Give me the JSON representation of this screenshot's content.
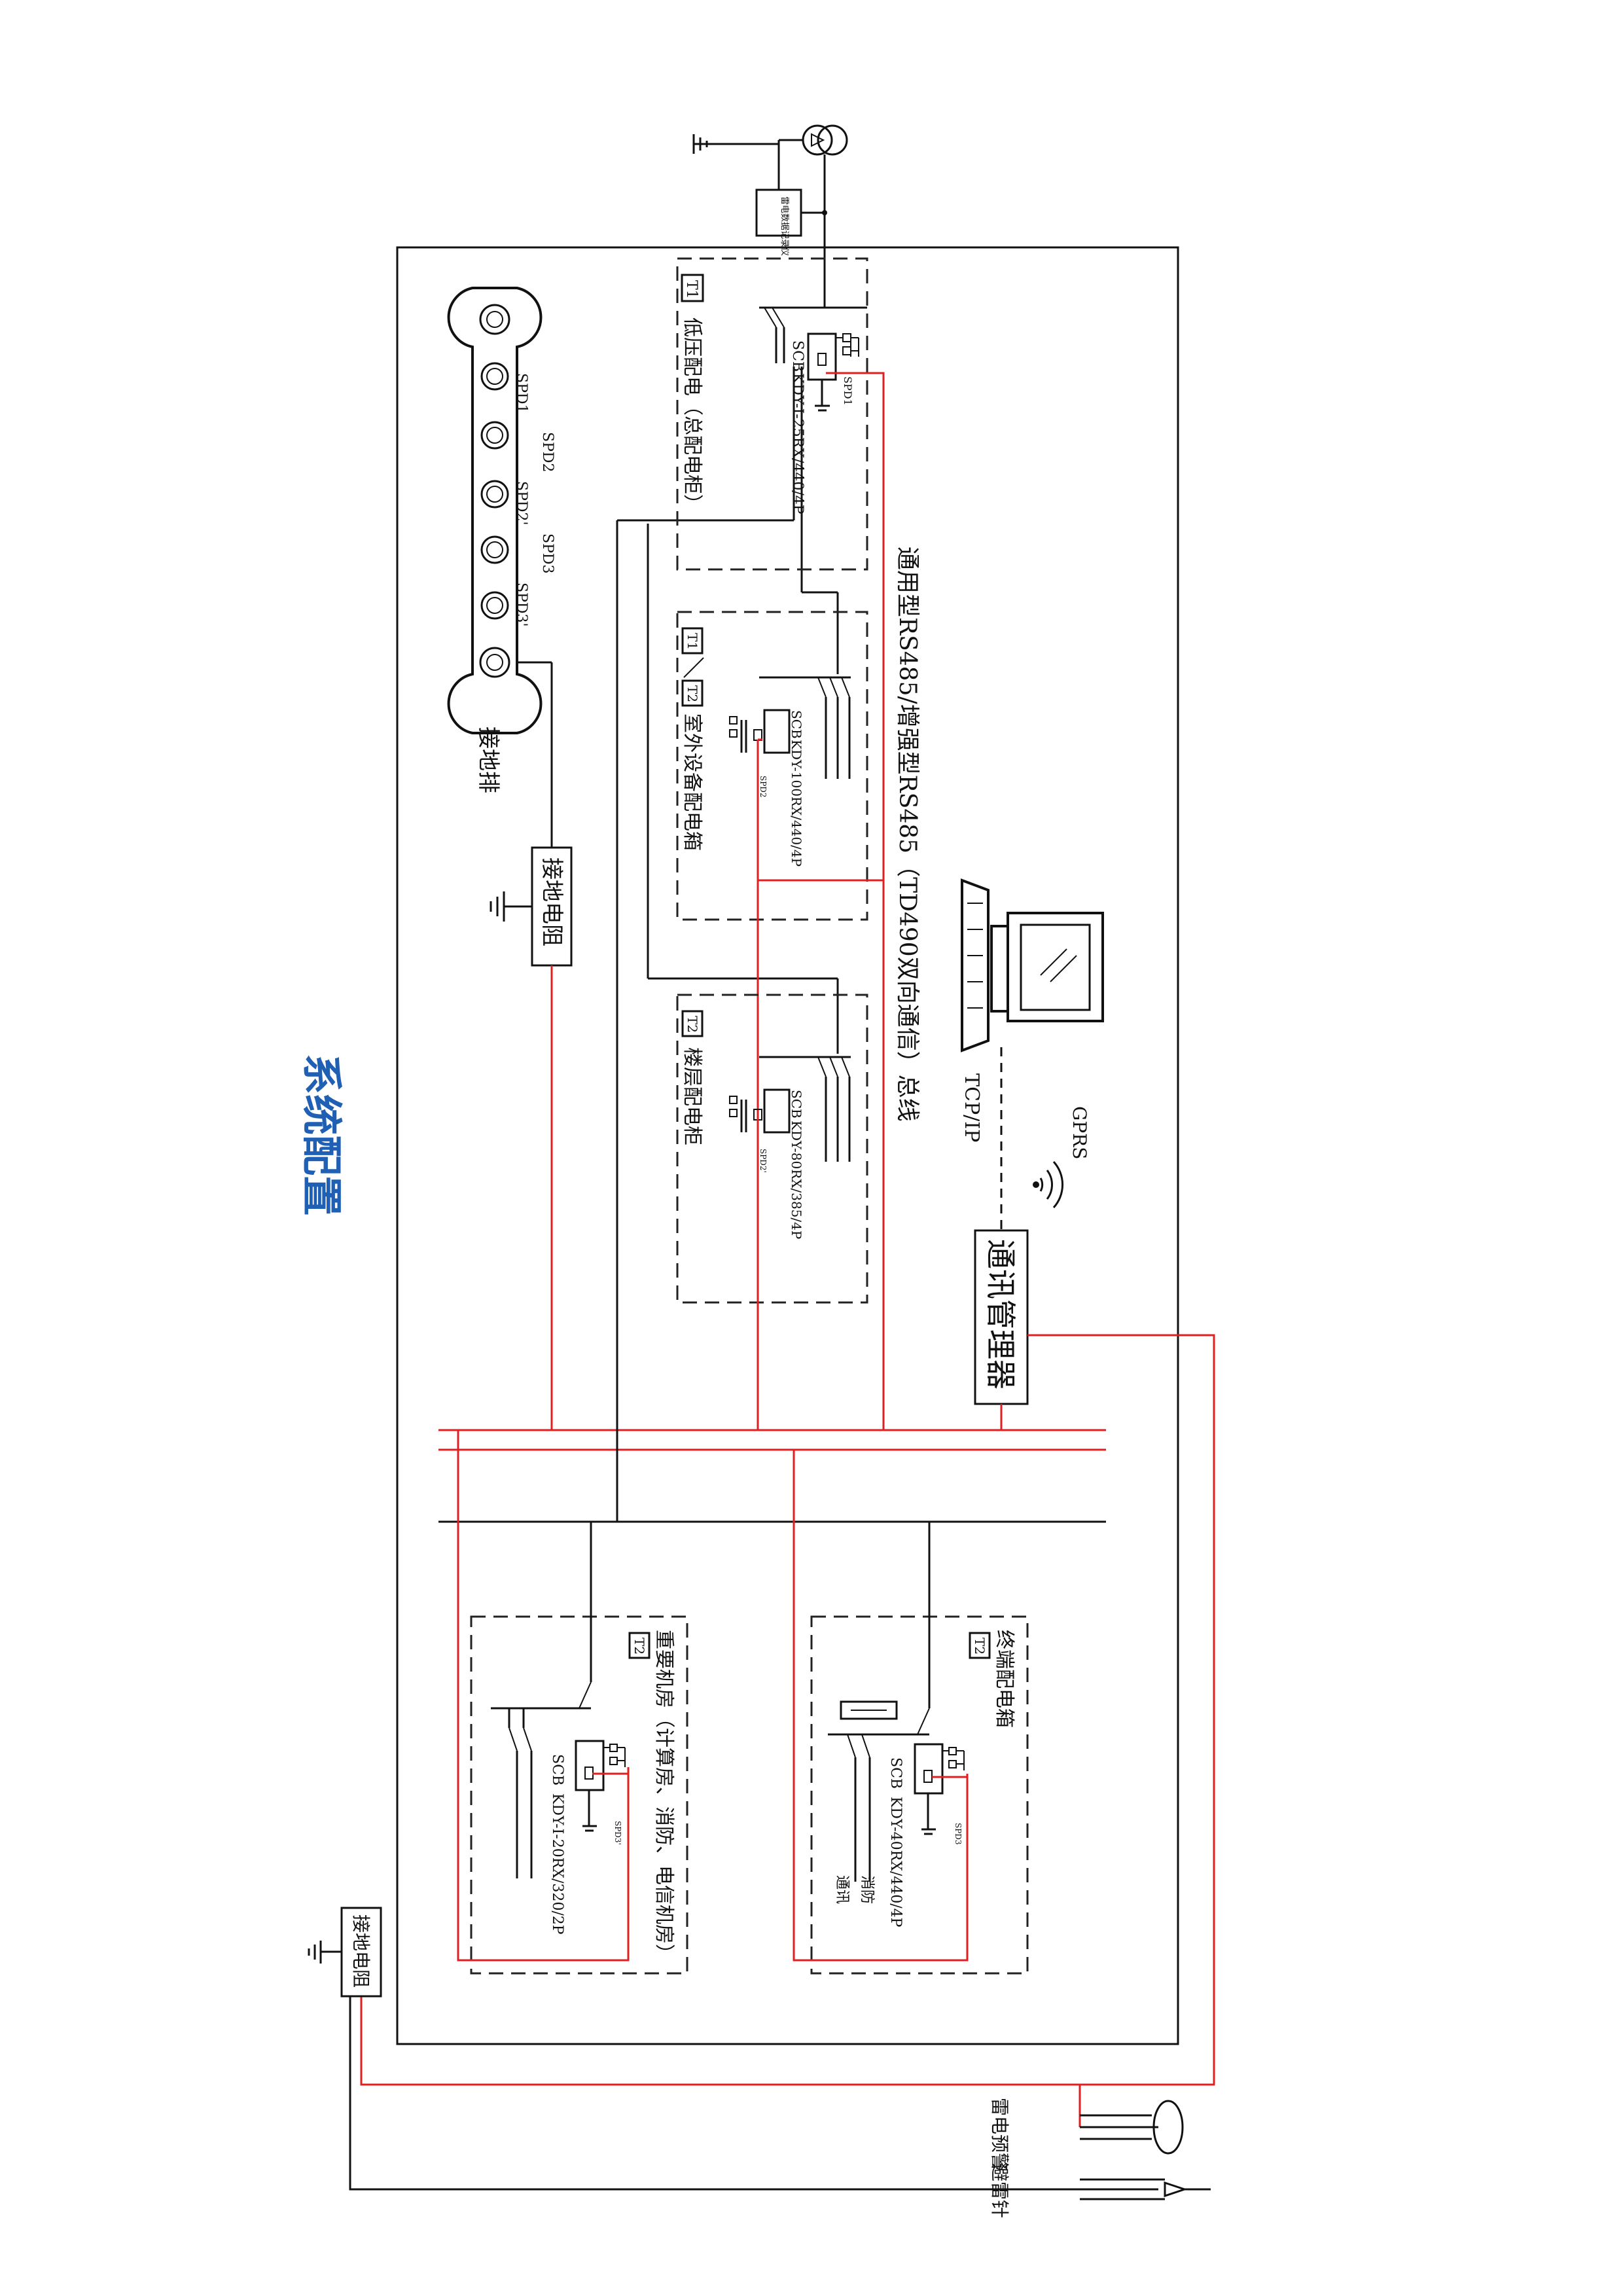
{
  "title": "系统配置",
  "top": {
    "recorder": "雷电数据记录仪"
  },
  "ground_bar": {
    "label": "接地排",
    "spd_labels": [
      "SPD1",
      "SPD2",
      "SPD2'",
      "SPD3",
      "SPD3'"
    ]
  },
  "ground_resistor_main": "接地电阻",
  "ground_resistor_left": "接地电阻",
  "bus_label": "通用型RS485/增强型RS485（TD490双向通信）总线",
  "tcpip": "TCP/IP",
  "gprs": "GPRS",
  "comm_manager": "通讯管理器",
  "cabinets": {
    "main": {
      "tag": "T1",
      "name": "低压配电（总配电柜）",
      "scb": "SCB",
      "model": "KDY-I-25RX/440/4P",
      "spd": "SPD1"
    },
    "outdoor": {
      "tag1": "T1",
      "tag2": "T2",
      "name": "室外设备配电箱",
      "scb": "SCB",
      "model": "KDY-100RX/440/4P",
      "spd": "SPD2"
    },
    "floor": {
      "tag": "T2",
      "name": "楼层配电柜",
      "scb": "SCB",
      "model": "KDY-80RX/385/4P",
      "spd": "SPD2'"
    },
    "important": {
      "tag": "T2",
      "name": "重要机房（计算房、消防、电信机房）",
      "scb": "SCB",
      "model": "KDY-I-20RX/320/2P",
      "spd": "SPD3'"
    },
    "terminal": {
      "tag": "T2",
      "name": "终端配电箱",
      "scb": "SCB",
      "model": "KDY-40RX/440/4P",
      "spd": "SPD3",
      "out1": "消防",
      "out2": "通讯"
    }
  },
  "warning": "雷电预警",
  "rod": "避雷针"
}
